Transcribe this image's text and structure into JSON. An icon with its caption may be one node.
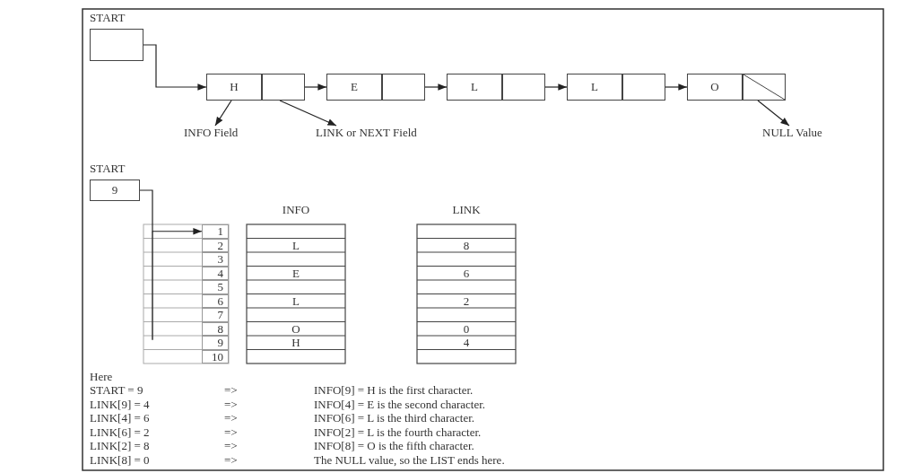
{
  "diagram": {
    "nodes": [
      {
        "text": [
          "START"
        ]
      },
      {
        "text": [
          "H"
        ]
      },
      {
        "text": [],
        "shape": "box"
      },
      {
        "text": [
          "E"
        ]
      },
      {
        "text": [],
        "shape": "box"
      },
      {
        "text": [
          "L"
        ]
      },
      {
        "text": [],
        "shape": "box"
      },
      {
        "text": [
          "L"
        ]
      },
      {
        "text": [],
        "shape": "box"
      },
      {
        "text": [
          "O"
        ]
      },
      {
        "text": [],
        "shape": "box"
      },
      {
        "text": [
          "INFO Field"
        ]
      },
      {
        "text": [
          "LINK or NEXT Field"
        ]
      },
      {
        "text": [
          "NULL Value"
        ]
      },
      {
        "text": [
          "START",
          "9"
        ]
      },
      {
        "text": [
          "1"
        ]
      },
      {
        "text": [
          "2"
        ]
      },
      {
        "text": [
          "3"
        ]
      },
      {
        "text": [
          "4"
        ]
      },
      {
        "text": [
          "5"
        ]
      },
      {
        "text": [
          "6"
        ]
      },
      {
        "text": [
          "7"
        ]
      },
      {
        "text": [
          "8"
        ]
      },
      {
        "text": [
          "9"
        ]
      },
      {
        "text": [
          "10"
        ]
      }
    ],
    "edges": [
      {
        "from": 0,
        "to": 1,
        "arrow": "to"
      },
      {
        "from": 2,
        "to": 3,
        "arrow": "to"
      },
      {
        "from": 4,
        "to": 5,
        "arrow": "to"
      },
      {
        "from": 6,
        "to": 7,
        "arrow": "to"
      },
      {
        "from": 8,
        "to": 9,
        "arrow": "to"
      },
      {
        "from": 1,
        "to": 11,
        "arrow": "to"
      },
      {
        "from": 2,
        "to": 12,
        "arrow": "to"
      },
      {
        "from": 10,
        "to": 13,
        "arrow": "to"
      },
      {
        "from": 14,
        "to": 15,
        "arrow": "to"
      }
    ],
    "labels": [
      "INFO",
      "LINK",
      "L",
      "8",
      "E",
      "6",
      "L",
      "2",
      "O",
      "0",
      "H",
      "4",
      "Here",
      "START = 9",
      "=>",
      "INFO[9] = H is the first character.",
      "LINK[9] = 4",
      "=>",
      "INFO[4] = E is the second character.",
      "LINK[4] = 6",
      "=>",
      "INFO[6] = L is the third character.",
      "LINK[6] = 2",
      "=>",
      "INFO[2] = L is the fourth character.",
      "LINK[2] = 8",
      "=>",
      "INFO[8] = O is the fifth character.",
      "LINK[8] = 0",
      "=>",
      "The NULL value, so the LIST ends here."
    ]
  }
}
